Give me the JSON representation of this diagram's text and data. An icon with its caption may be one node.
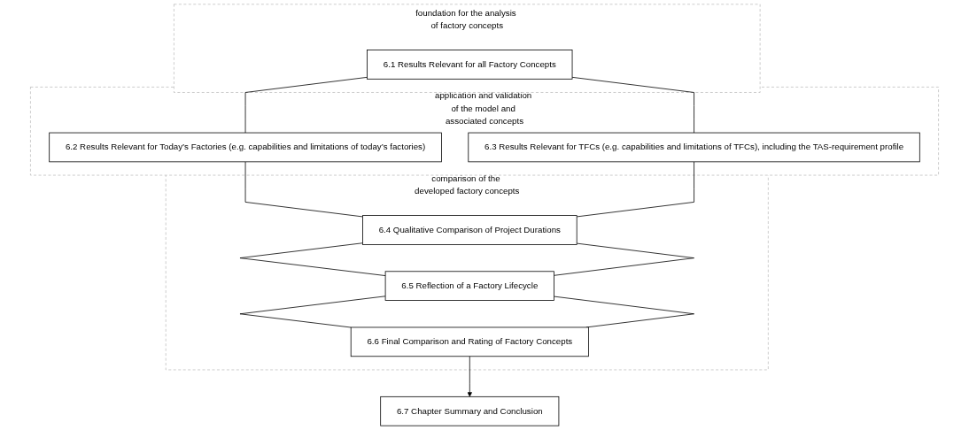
{
  "diagram": {
    "nodes": [
      {
        "text": [
          "foundation for the analysis of factory concepts"
        ]
      },
      {
        "text": [
          "6.1 Results Relevant for all Factory Concepts"
        ],
        "in": 0
      },
      {
        "text": [
          "application and validation of the model and associated concepts"
        ]
      },
      {
        "text": [
          "6.2 Results Relevant for Today’s Factories (e.g. capabilities and limitations of today’s factories)"
        ],
        "in": 2
      },
      {
        "text": [
          "6.3 Results Relevant for TFCs (e.g. capabilities and limitations of TFCs), including the TAS-requirement profile"
        ],
        "in": 2
      },
      {
        "text": [
          "comparison of the developed factory concepts"
        ]
      },
      {
        "text": [
          "6.4 Qualitative Comparison of Project Durations"
        ],
        "in": 5
      },
      {
        "text": [
          "6.5 Reflection of a Factory Lifecycle"
        ],
        "in": 5
      },
      {
        "text": [
          "6.6 Final Comparison and Rating of Factory Concepts"
        ],
        "in": 5
      },
      {
        "text": [
          "6.7 Chapter Summary and Conclusion"
        ]
      }
    ],
    "edges": [
      {
        "from": 1,
        "to": 3,
        "arrow": "none"
      },
      {
        "from": 1,
        "to": 4,
        "arrow": "none"
      },
      {
        "from": 3,
        "to": 6,
        "arrow": "none"
      },
      {
        "from": 4,
        "to": 6,
        "arrow": "none"
      },
      {
        "from": 6,
        "to": 7,
        "arrow": "none"
      },
      {
        "from": 6,
        "to": 7,
        "arrow": "none"
      },
      {
        "from": 7,
        "to": 8,
        "arrow": "none"
      },
      {
        "from": 7,
        "to": 8,
        "arrow": "none"
      },
      {
        "from": 8,
        "to": 9,
        "arrow": "to"
      }
    ]
  }
}
